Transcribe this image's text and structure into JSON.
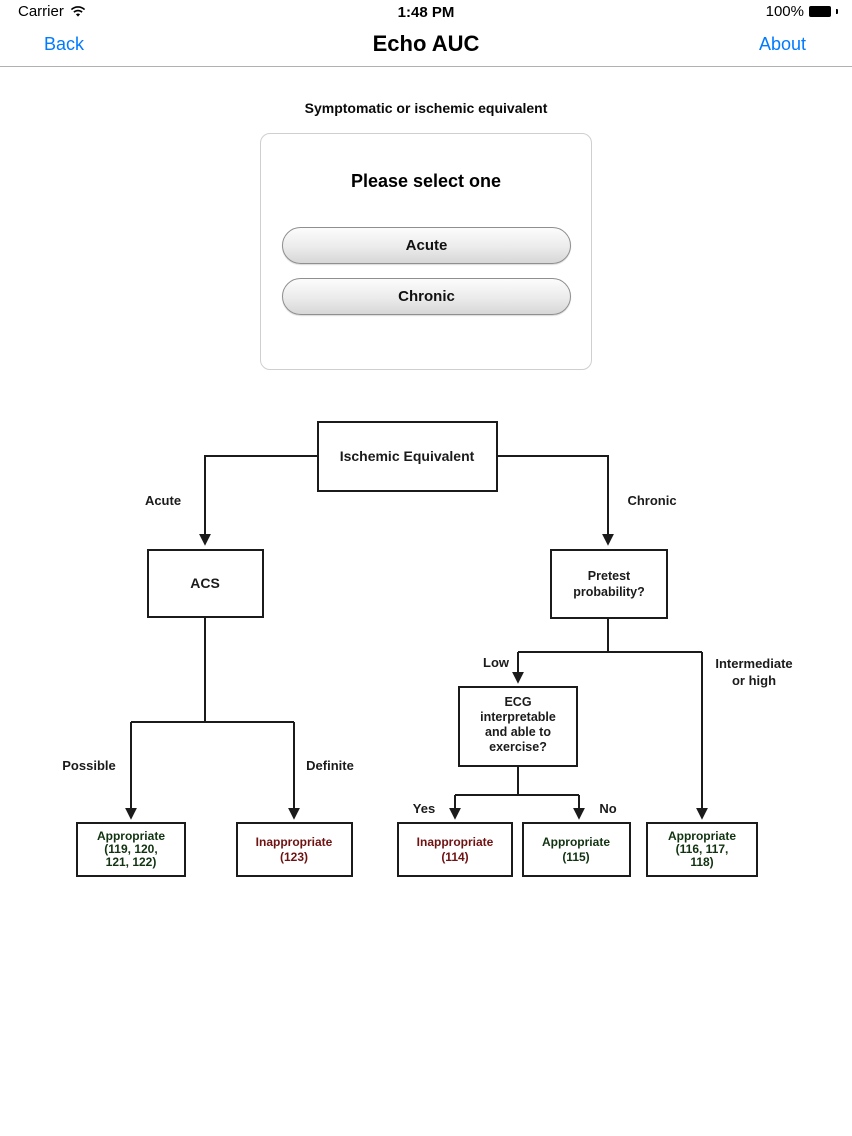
{
  "status_bar": {
    "carrier": "Carrier",
    "time": "1:48 PM",
    "battery_percent": "100%"
  },
  "nav": {
    "back": "Back",
    "title": "Echo AUC",
    "about": "About"
  },
  "prompt": "Symptomatic or ischemic equivalent",
  "card": {
    "title": "Please select one",
    "buttons": [
      {
        "label": "Acute"
      },
      {
        "label": "Chronic"
      }
    ]
  },
  "colors": {
    "accent_blue": "#007aff",
    "appropriate_green": "#3ed63e",
    "inappropriate_red": "#eb1c1c"
  },
  "flowchart": {
    "root": {
      "label": "Ischemic Equivalent"
    },
    "acs": {
      "label": "ACS"
    },
    "pretest": {
      "lines": [
        "Pretest",
        "probability?"
      ]
    },
    "ecg": {
      "lines": [
        "ECG",
        "interpretable",
        "and able to",
        "exercise?"
      ]
    },
    "edge_labels": {
      "acute": "Acute",
      "chronic": "Chronic",
      "possible": "Possible",
      "definite": "Definite",
      "low": "Low",
      "intermediate_line1": "Intermediate",
      "intermediate_line2": "or high",
      "yes": "Yes",
      "no": "No"
    },
    "outcomes": [
      {
        "status": "appropriate",
        "lines": [
          "Appropriate",
          "(119, 120,",
          "121, 122)"
        ]
      },
      {
        "status": "inappropriate",
        "lines": [
          "Inappropriate",
          "(123)"
        ]
      },
      {
        "status": "inappropriate",
        "lines": [
          "Inappropriate",
          "(114)"
        ]
      },
      {
        "status": "appropriate",
        "lines": [
          "Appropriate",
          "(115)"
        ]
      },
      {
        "status": "appropriate",
        "lines": [
          "Appropriate",
          "(116, 117,",
          "118)"
        ]
      }
    ]
  }
}
